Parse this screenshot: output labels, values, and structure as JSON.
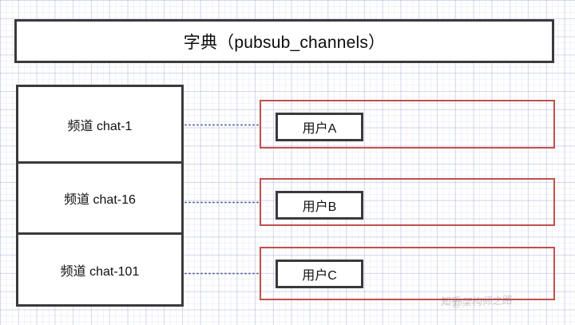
{
  "diagram": {
    "title_box": {
      "label": "字典（pubsub_channels）"
    },
    "channels": [
      {
        "label": "频道 chat-1"
      },
      {
        "label": "频道 chat-16"
      },
      {
        "label": "频道 chat-101"
      }
    ],
    "subscriber_groups": [
      {
        "subscriber_label": "用户A"
      },
      {
        "subscriber_label": "用户B"
      },
      {
        "subscriber_label": "用户C"
      }
    ],
    "connectors": [
      {
        "name": "chat-1-to-group-a"
      },
      {
        "name": "chat-16-to-group-b"
      },
      {
        "name": "chat-101-to-group-c"
      }
    ],
    "watermark": {
      "mark": "知乎",
      "handle": "@架构师之路"
    },
    "colors": {
      "box_border": "#3a3a3c",
      "group_border": "#c0504d",
      "connector_dot": "#5a6aa8",
      "grid_line": "#6c76c8",
      "text": "#101010",
      "background": "#ffffff"
    }
  }
}
